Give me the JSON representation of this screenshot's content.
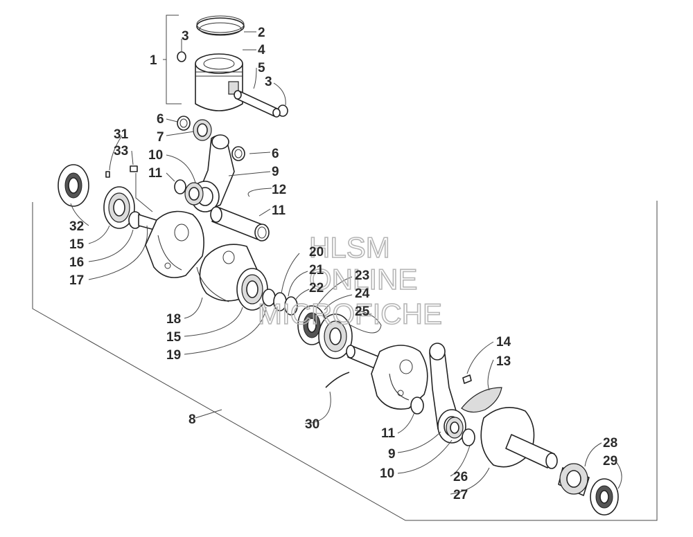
{
  "watermark": {
    "line1": "HLSM",
    "line2": "ONLINE",
    "line3": "MICROFICHE"
  },
  "callouts": {
    "c1": "1",
    "c2": "2",
    "c3a": "3",
    "c3b": "3",
    "c4": "4",
    "c5": "5",
    "c6a": "6",
    "c6b": "6",
    "c7": "7",
    "c8": "8",
    "c9a": "9",
    "c9b": "9",
    "c10a": "10",
    "c10b": "10",
    "c11a": "11",
    "c11b": "11",
    "c11c": "11",
    "c12": "12",
    "c13": "13",
    "c14": "14",
    "c15a": "15",
    "c15b": "15",
    "c16": "16",
    "c17": "17",
    "c18": "18",
    "c19": "19",
    "c20": "20",
    "c21": "21",
    "c22": "22",
    "c23": "23",
    "c24": "24",
    "c25": "25",
    "c26": "26",
    "c27": "27",
    "c28": "28",
    "c29": "29",
    "c30": "30",
    "c31": "31",
    "c32": "32",
    "c33": "33"
  }
}
